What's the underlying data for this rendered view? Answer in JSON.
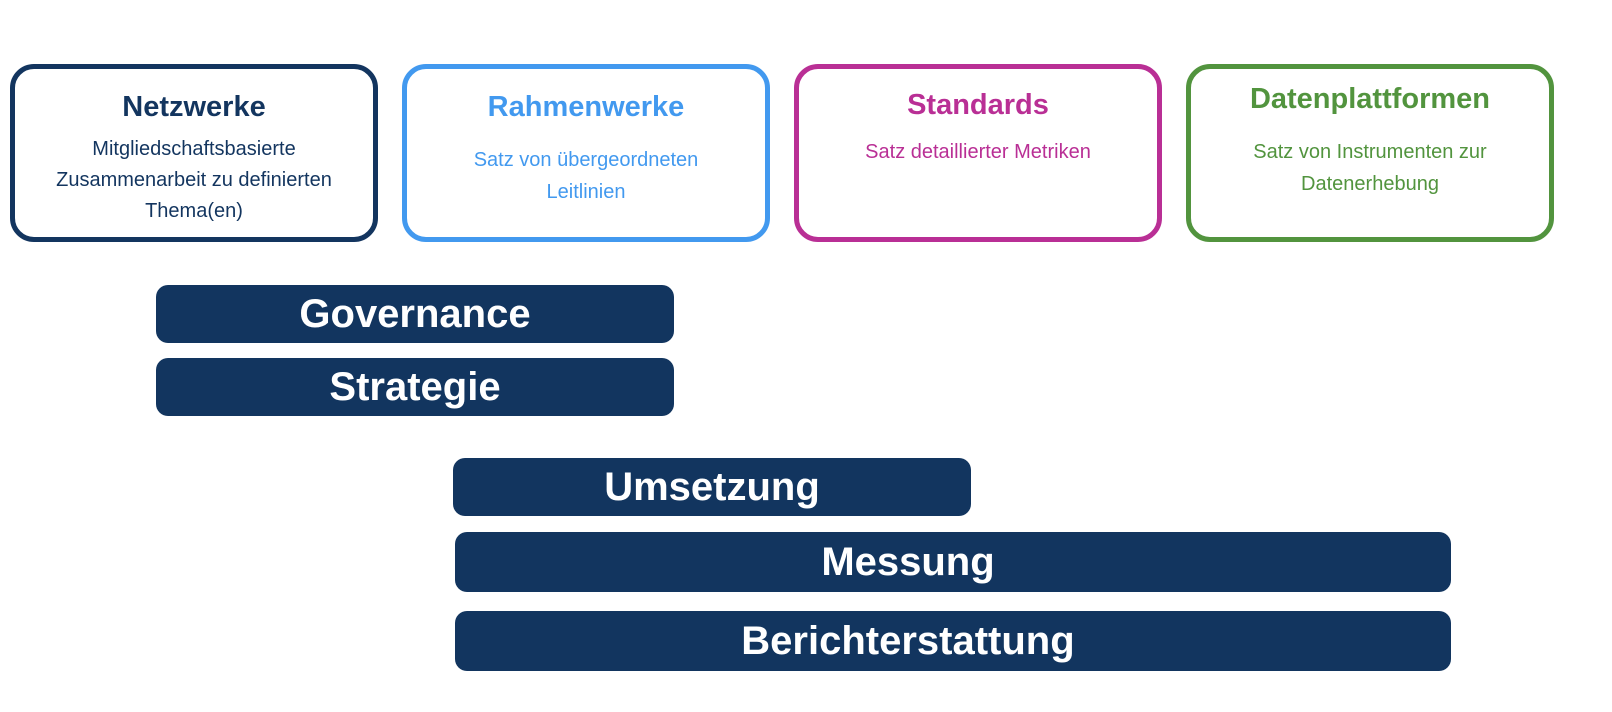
{
  "cards": [
    {
      "title": "Netzwerke",
      "desc": "Mitgliedschaftsbasierte Zusammenarbeit zu definierten Thema(en)",
      "color": "#13355f"
    },
    {
      "title": "Rahmenwerke",
      "desc": "Satz von übergeordneten Leitlinien",
      "color": "#4299ef"
    },
    {
      "title": "Standards",
      "desc": "Satz detaillierter Metriken",
      "color": "#b92f95"
    },
    {
      "title": "Datenplattformen",
      "desc": "Satz von Instrumenten zur Datenerhebung",
      "color": "#52943e"
    }
  ],
  "bars": [
    "Governance",
    "Strategie",
    "Umsetzung",
    "Messung",
    "Berichterstattung"
  ]
}
